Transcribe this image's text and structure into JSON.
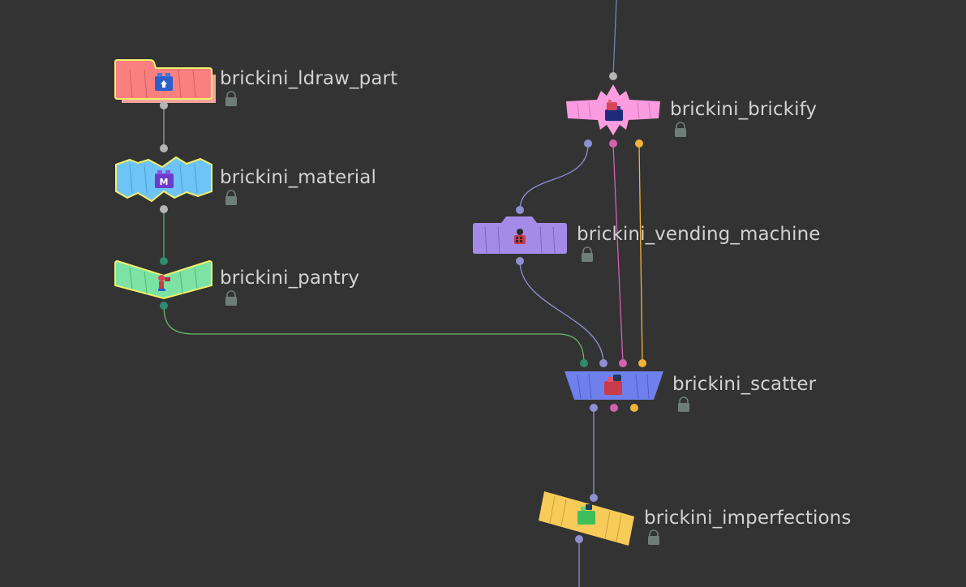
{
  "network": {
    "nodes": [
      {
        "id": "ldraw_part",
        "label": "brickini_ldraw_part",
        "color": "#fa8080",
        "selected": true,
        "locked": true,
        "icon": "blue-brick-upload-icon"
      },
      {
        "id": "material",
        "label": "brickini_material",
        "color": "#6ec3f7",
        "selected": true,
        "locked": true,
        "icon": "purple-brick-m-icon"
      },
      {
        "id": "pantry",
        "label": "brickini_pantry",
        "color": "#7ce3a4",
        "selected": true,
        "locked": true,
        "icon": "pantry-figure-icon"
      },
      {
        "id": "brickify",
        "label": "brickini_brickify",
        "color": "#fb9ce0",
        "selected": false,
        "locked": true,
        "icon": "brick-stack-icon"
      },
      {
        "id": "vending_machine",
        "label": "brickini_vending_machine",
        "color": "#a58be8",
        "selected": false,
        "locked": true,
        "icon": "vending-figure-icon"
      },
      {
        "id": "scatter",
        "label": "brickini_scatter",
        "color": "#6f80ec",
        "selected": false,
        "locked": true,
        "icon": "red-brick-icon"
      },
      {
        "id": "imperfections",
        "label": "brickini_imperfections",
        "color": "#f7cb5a",
        "selected": false,
        "locked": true,
        "icon": "green-brick-icon"
      }
    ],
    "wire_colors": {
      "default": "#8f8fd4",
      "pink": "#d460b4",
      "yellow": "#f0b43a",
      "green": "#5fb98a",
      "grey": "#8c8c8c",
      "lock": "#6f7d78"
    }
  }
}
